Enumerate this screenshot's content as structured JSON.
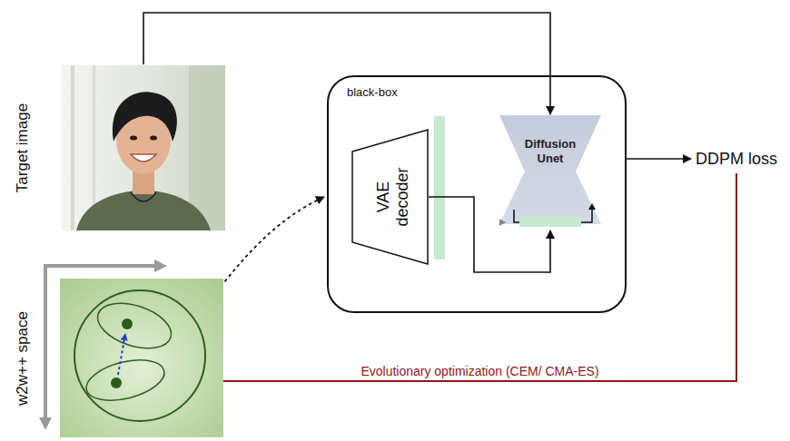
{
  "diagram": {
    "nodes": [
      {
        "text": [
          "Target image"
        ]
      },
      {
        "text": [
          "w2w++ space"
        ]
      },
      {
        "text": [
          "black-box"
        ]
      },
      {
        "text": [
          "VAE decoder"
        ],
        "in": 2
      },
      {
        "text": [
          "Diffusion Unet"
        ],
        "in": 2
      },
      {
        "text": [
          "DDPM loss"
        ]
      }
    ],
    "edges": [
      {
        "from": 0,
        "to": 4,
        "arrow": "to"
      },
      {
        "from": 2,
        "to": 5,
        "arrow": "to"
      },
      {
        "from": 5,
        "to": 1,
        "arrow": "to",
        "label": "Evolutionary optimization (CEM/ CMA-ES)"
      },
      {
        "from": 1,
        "to": 3,
        "arrow": "to"
      },
      {
        "from": 3,
        "to": 4,
        "arrow": "to"
      }
    ]
  }
}
